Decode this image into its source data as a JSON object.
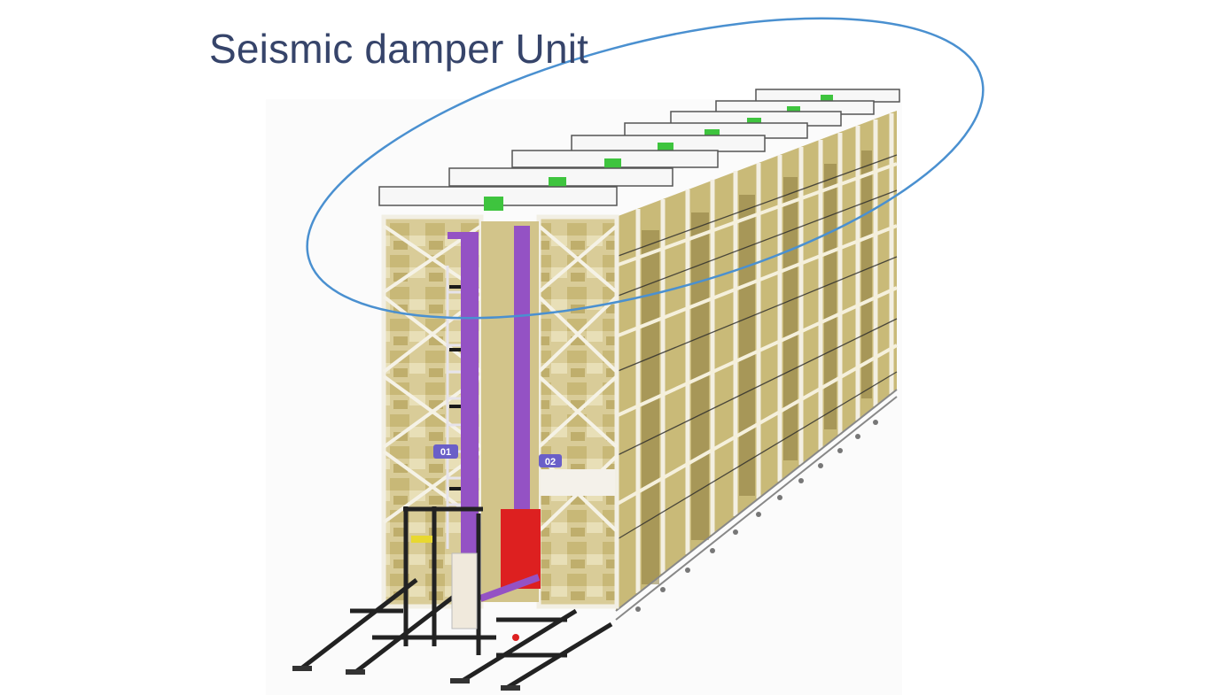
{
  "slide": {
    "title": "Seismic damper Unit",
    "title_color": "#36446a",
    "background": "#ffffff"
  },
  "figure": {
    "subject": "automated storage and retrieval rack with stacker crane",
    "highlight_ellipse_color": "#4a90d0",
    "damper_color": "#3ec43e",
    "crane_mast_color": "#9050c0",
    "carriage_color": "#e02020",
    "rack_panel_color": "#b8a664",
    "labels": {
      "aisle_1": "01",
      "aisle_2": "02"
    },
    "damper_unit_count": 8
  }
}
